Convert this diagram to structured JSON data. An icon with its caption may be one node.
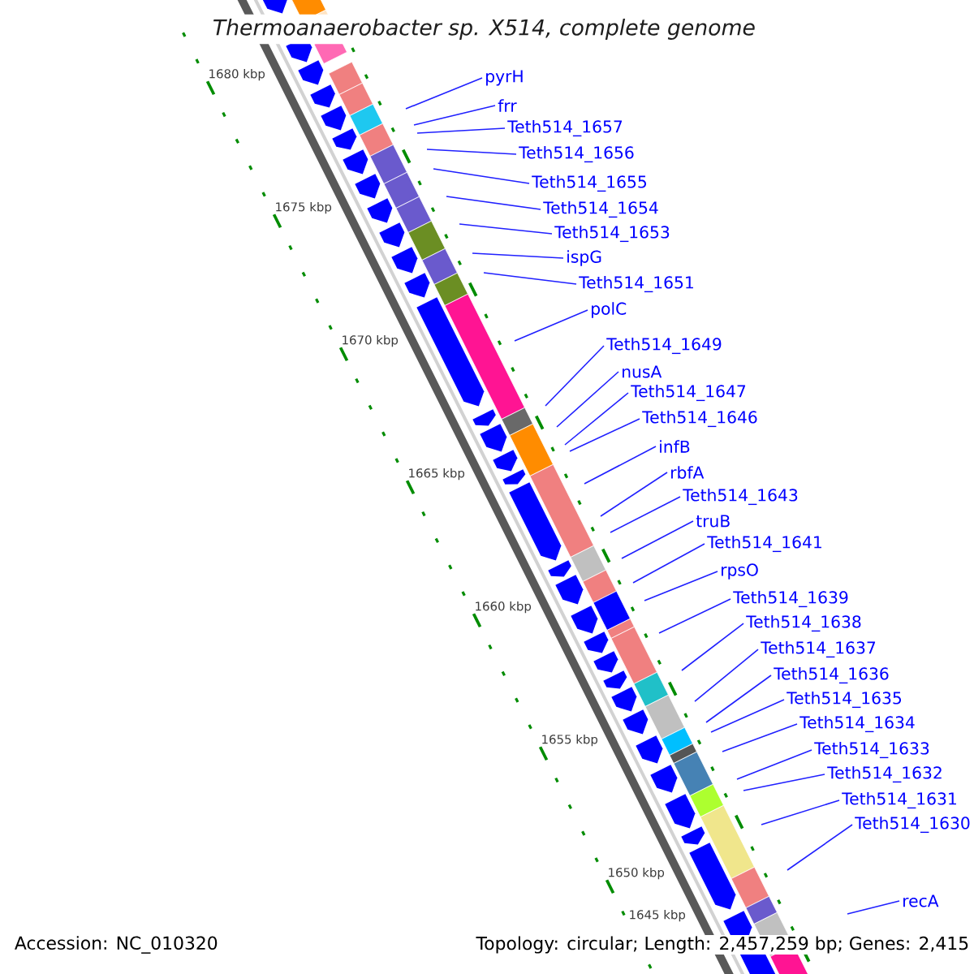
{
  "diagram": {
    "title": "Thermoanaerobacter sp. X514, complete genome",
    "nodes": [
      {
        "text": [
          "pyrH"
        ]
      },
      {
        "text": [
          "frr"
        ]
      },
      {
        "text": [
          "Teth514_1657"
        ]
      },
      {
        "text": [
          "Teth514_1656"
        ]
      },
      {
        "text": [
          "Teth514_1655"
        ]
      },
      {
        "text": [
          "Teth514_1654"
        ]
      },
      {
        "text": [
          "Teth514_1653"
        ]
      },
      {
        "text": [
          "ispG"
        ]
      },
      {
        "text": [
          "Teth514_1651"
        ]
      },
      {
        "text": [
          "polC"
        ]
      },
      {
        "text": [
          "Teth514_1649"
        ]
      },
      {
        "text": [
          "nusA"
        ]
      },
      {
        "text": [
          "Teth514_1647"
        ]
      },
      {
        "text": [
          "Teth514_1646"
        ]
      },
      {
        "text": [
          "infB"
        ]
      },
      {
        "text": [
          "rbfA"
        ]
      },
      {
        "text": [
          "Teth514_1643"
        ]
      },
      {
        "text": [
          "truB"
        ]
      },
      {
        "text": [
          "Teth514_1641"
        ]
      },
      {
        "text": [
          "rpsO"
        ]
      },
      {
        "text": [
          "Teth514_1639"
        ]
      },
      {
        "text": [
          "Teth514_1638"
        ]
      },
      {
        "text": [
          "Teth514_1637"
        ]
      },
      {
        "text": [
          "Teth514_1636"
        ]
      },
      {
        "text": [
          "Teth514_1635"
        ]
      },
      {
        "text": [
          "Teth514_1634"
        ]
      },
      {
        "text": [
          "Teth514_1633"
        ]
      },
      {
        "text": [
          "Teth514_1632"
        ]
      },
      {
        "text": [
          "Teth514_1631"
        ]
      },
      {
        "text": [
          "Teth514_1630"
        ]
      },
      {
        "text": [
          "recA"
        ]
      }
    ],
    "edges": [
      {
        "from": 0,
        "to": null,
        "arrow": "none"
      },
      {
        "from": 1,
        "to": null,
        "arrow": "none"
      },
      {
        "from": 2,
        "to": null,
        "arrow": "none"
      },
      {
        "from": 3,
        "to": null,
        "arrow": "none"
      },
      {
        "from": 4,
        "to": null,
        "arrow": "none"
      },
      {
        "from": 5,
        "to": null,
        "arrow": "none"
      },
      {
        "from": 6,
        "to": null,
        "arrow": "none"
      },
      {
        "from": 7,
        "to": null,
        "arrow": "none"
      },
      {
        "from": 8,
        "to": null,
        "arrow": "none"
      },
      {
        "from": 9,
        "to": null,
        "arrow": "none"
      },
      {
        "from": 10,
        "to": null,
        "arrow": "none"
      },
      {
        "from": 11,
        "to": null,
        "arrow": "none"
      },
      {
        "from": 12,
        "to": null,
        "arrow": "none"
      },
      {
        "from": 13,
        "to": null,
        "arrow": "none"
      },
      {
        "from": 14,
        "to": null,
        "arrow": "none"
      },
      {
        "from": 15,
        "to": null,
        "arrow": "none"
      },
      {
        "from": 16,
        "to": null,
        "arrow": "none"
      },
      {
        "from": 17,
        "to": null,
        "arrow": "none"
      },
      {
        "from": 18,
        "to": null,
        "arrow": "none"
      },
      {
        "from": 19,
        "to": null,
        "arrow": "none"
      },
      {
        "from": 20,
        "to": null,
        "arrow": "none"
      },
      {
        "from": 21,
        "to": null,
        "arrow": "none"
      },
      {
        "from": 22,
        "to": null,
        "arrow": "none"
      },
      {
        "from": 23,
        "to": null,
        "arrow": "none"
      },
      {
        "from": 24,
        "to": null,
        "arrow": "none"
      },
      {
        "from": 25,
        "to": null,
        "arrow": "none"
      },
      {
        "from": 26,
        "to": null,
        "arrow": "none"
      },
      {
        "from": 27,
        "to": null,
        "arrow": "none"
      },
      {
        "from": 28,
        "to": null,
        "arrow": "none"
      },
      {
        "from": 29,
        "to": null,
        "arrow": "none"
      },
      {
        "from": 30,
        "to": null,
        "arrow": "none"
      }
    ],
    "labels": [
      "1680 kbp",
      "1675 kbp",
      "1670 kbp",
      "1665 kbp",
      "1660 kbp",
      "1655 kbp",
      "1650 kbp",
      "1645 kbp",
      "Accession: NC_010320",
      "Topology: circular; Length: 2,457,259 bp; Genes: 2,415"
    ]
  }
}
